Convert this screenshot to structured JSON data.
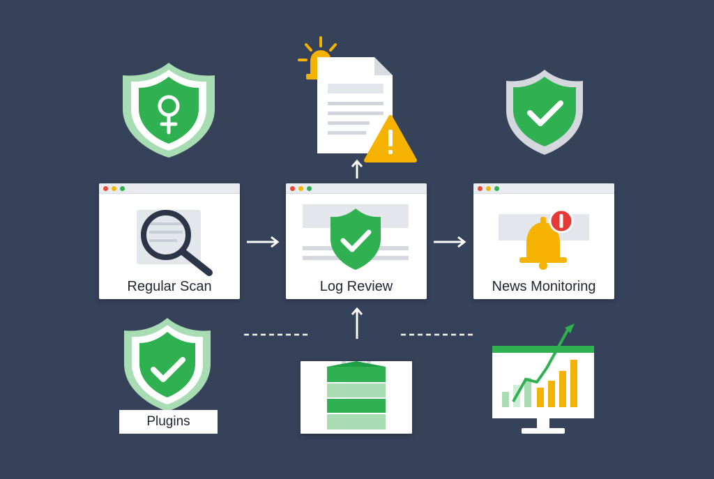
{
  "colors": {
    "background": "#364259",
    "green": "#2fb151",
    "light_green": "#a8dcb3",
    "amber": "#f5b300",
    "red": "#e53935",
    "dot_red": "#e64a3b",
    "dot_yellow": "#f5b800",
    "dot_green": "#2fb151"
  },
  "nodes": {
    "regular_scan": {
      "label": "Regular Scan",
      "icon": "magnifier-icon"
    },
    "log_review": {
      "label": "Log Review",
      "icon": "shield-check-icon"
    },
    "news_monitoring": {
      "label": "News Monitoring",
      "icon": "bell-alert-icon"
    },
    "plugins": {
      "label": "Plugins",
      "icon": "shield-check-icon"
    }
  },
  "icons": {
    "top_left": "shield-person-icon",
    "top_center": "alert-document-icon",
    "top_right": "shield-check-icon",
    "bottom_center": "database-lock-icon",
    "bottom_right": "chart-monitor-icon"
  }
}
